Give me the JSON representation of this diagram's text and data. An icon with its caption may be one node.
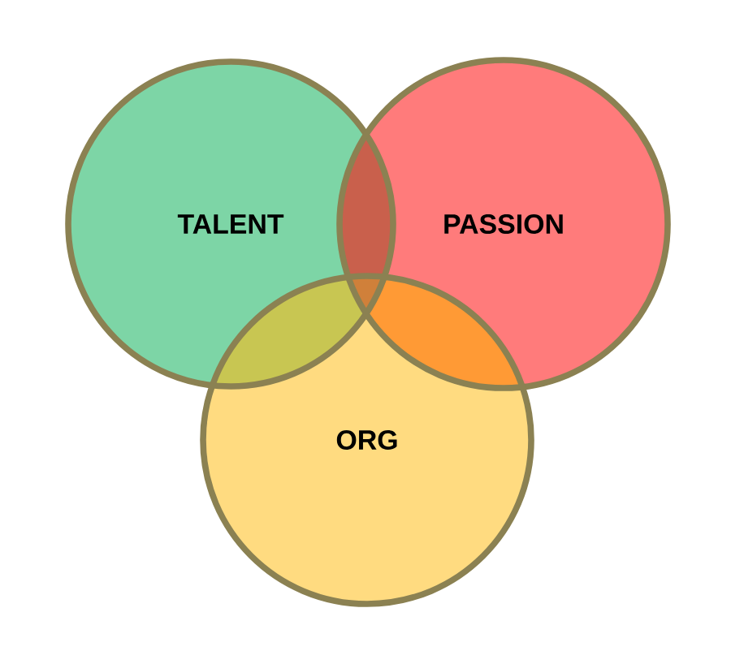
{
  "diagram": {
    "nodes": [
      {
        "text": [
          "TALENT"
        ]
      },
      {
        "text": [
          "PASSION"
        ]
      },
      {
        "text": [
          "ORG"
        ]
      }
    ]
  }
}
